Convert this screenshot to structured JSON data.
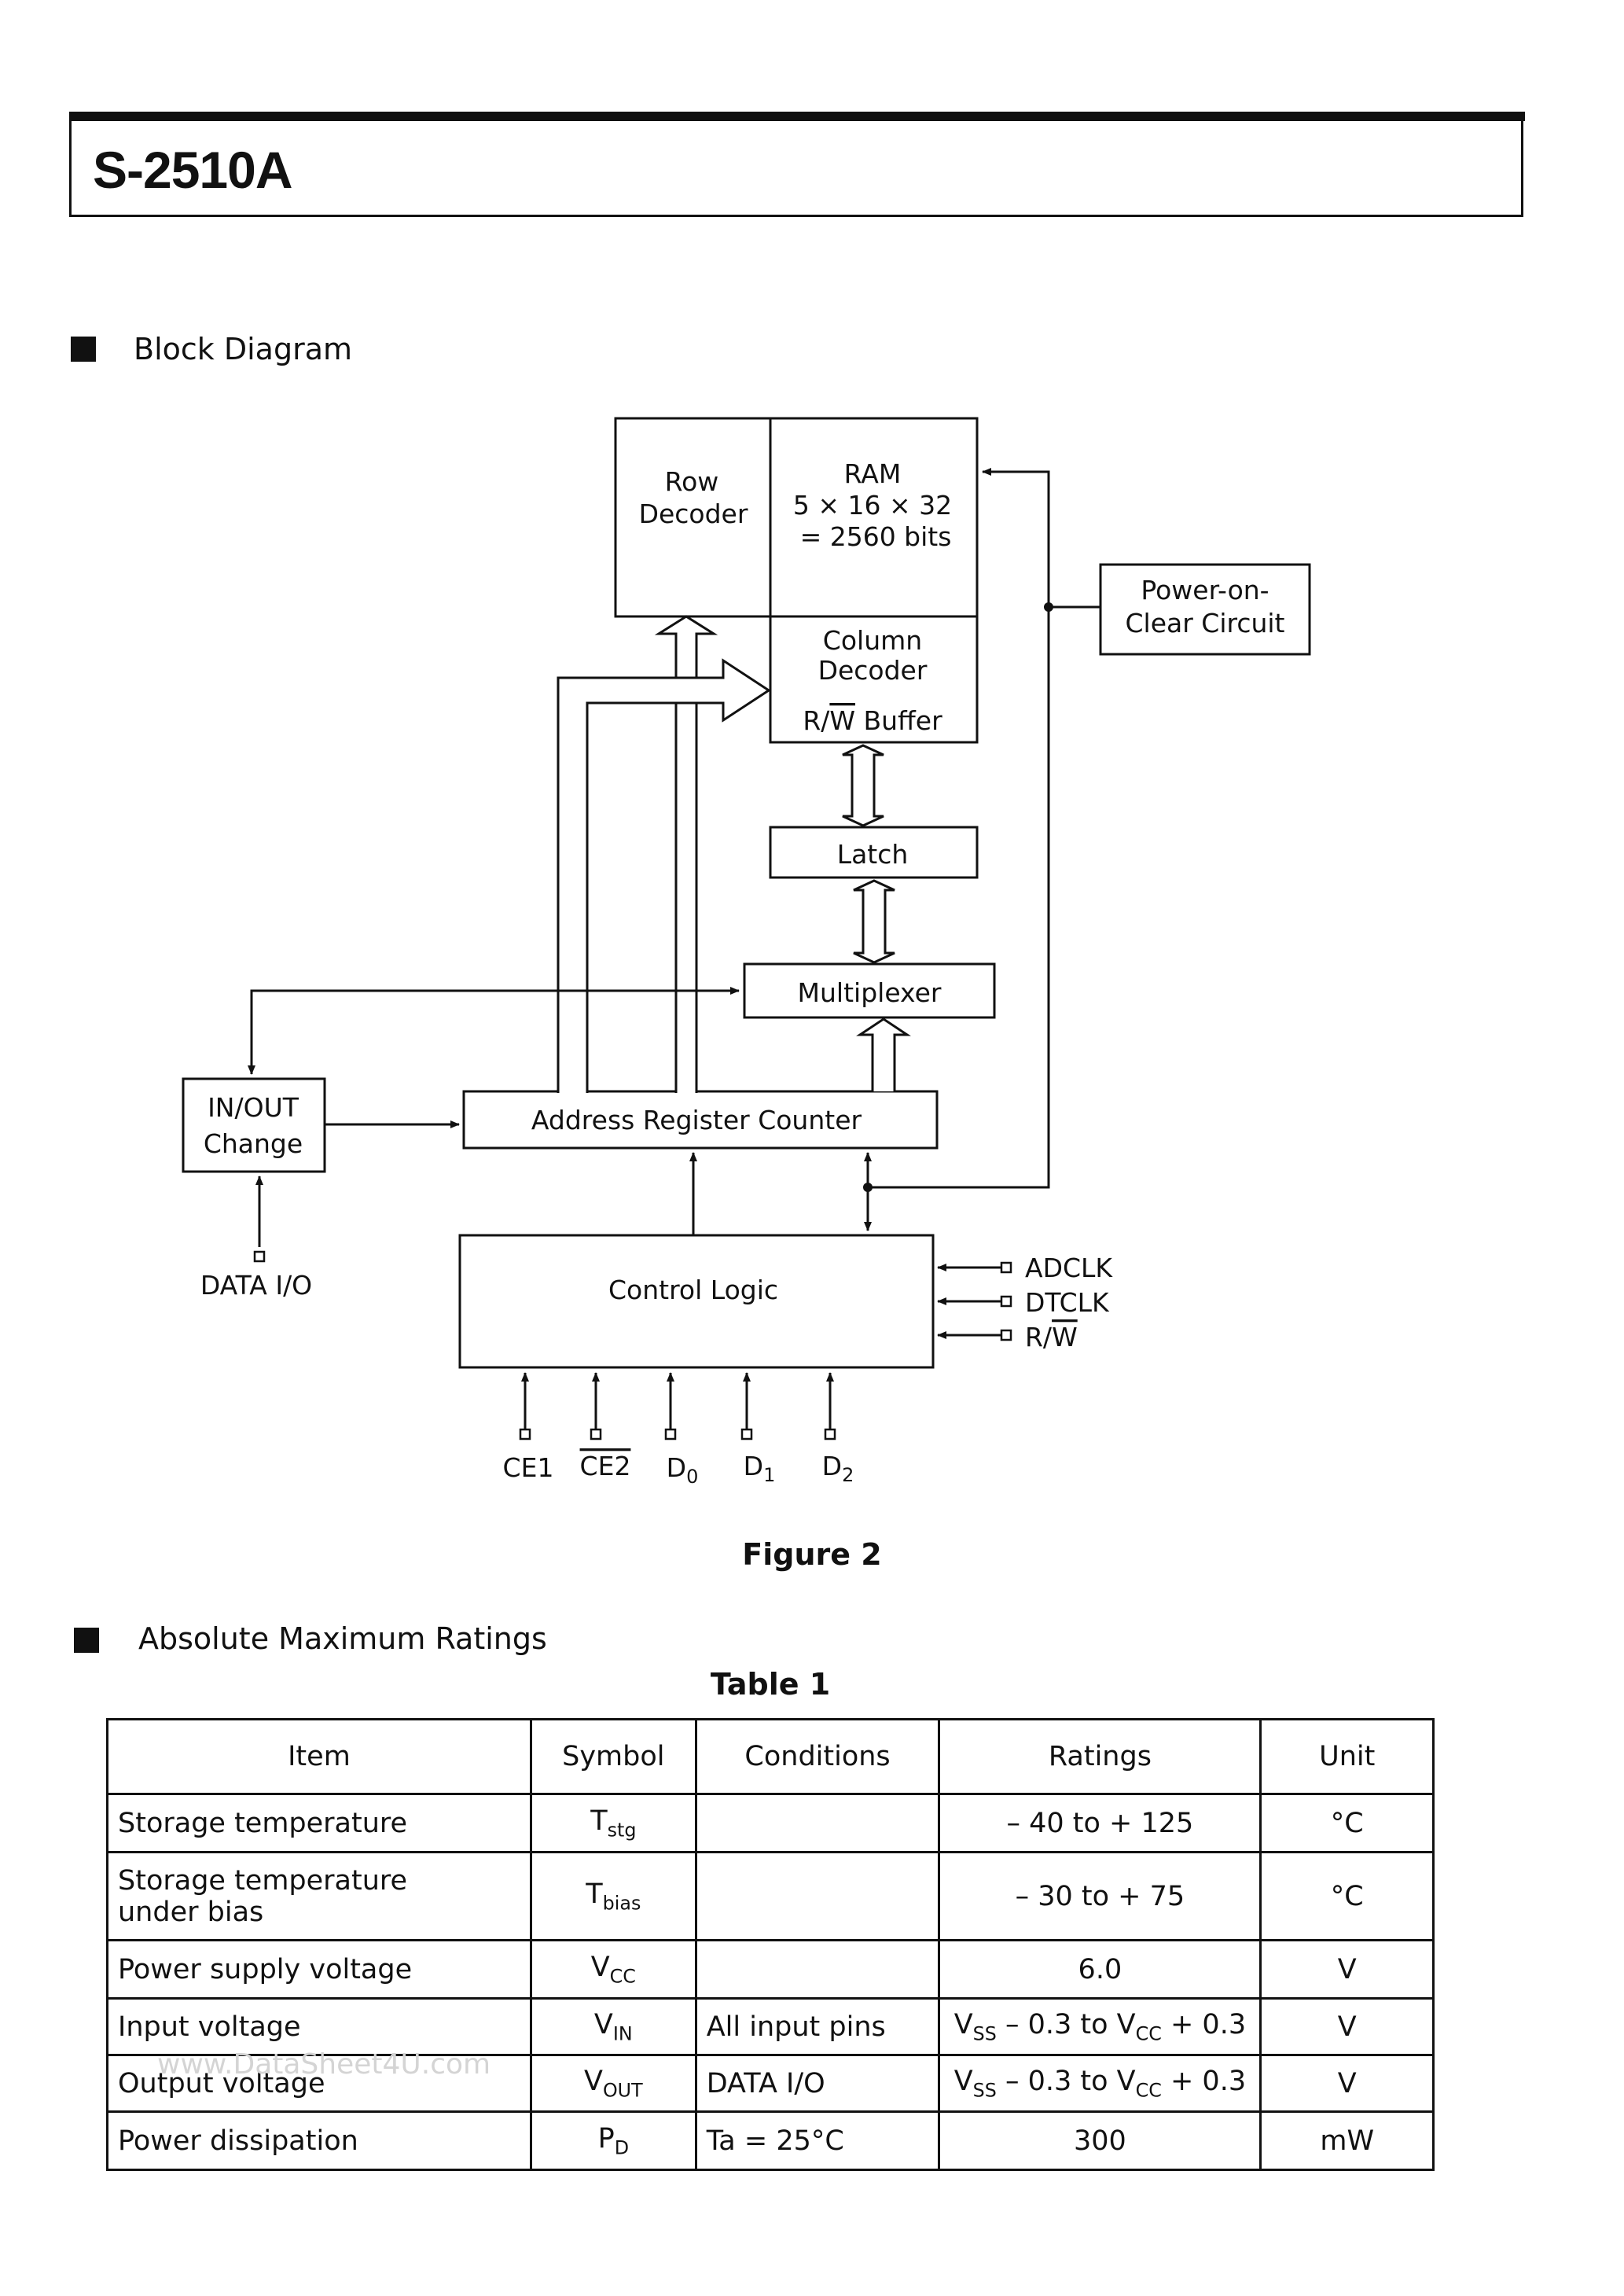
{
  "header": {
    "part_number": "S-2510A"
  },
  "section_block": {
    "title": "Block Diagram"
  },
  "diagram": {
    "row_decoder": [
      "Row",
      "Decoder"
    ],
    "ram": [
      "RAM",
      "5 × 16 × 32",
      "= 2560 bits"
    ],
    "column_decoder": [
      "Column",
      "Decoder"
    ],
    "rw_buffer": {
      "r": "R/",
      "w": "W",
      "rest": " Buffer"
    },
    "power_on": [
      "Power-on-",
      "Clear Circuit"
    ],
    "latch": "Latch",
    "multiplexer": "Multiplexer",
    "inout": [
      "IN/OUT",
      "Change"
    ],
    "address_counter": "Address Register Counter",
    "control_logic": "Control Logic",
    "data_io": "DATA I/O",
    "right_pins": {
      "adclk": "ADCLK",
      "dtclk": "DTCLK",
      "rw": {
        "r": "R/",
        "w": "W"
      }
    },
    "bottom_pins": {
      "ce1": "CE1",
      "ce2": "CE2",
      "d0": {
        "base": "D",
        "sub": "0"
      },
      "d1": {
        "base": "D",
        "sub": "1"
      },
      "d2": {
        "base": "D",
        "sub": "2"
      }
    }
  },
  "figure_caption": "Figure 2",
  "section_ratings": {
    "title": "Absolute Maximum Ratings"
  },
  "table_caption": "Table 1",
  "table": {
    "headers": [
      "Item",
      "Symbol",
      "Conditions",
      "Ratings",
      "Unit"
    ],
    "rows": [
      {
        "item": "Storage temperature",
        "sym": "T",
        "sym_sub": "stg",
        "cond": "",
        "rating": "– 40 to  + 125",
        "unit": "°C"
      },
      {
        "item": "Storage temperature",
        "item2": "under bias",
        "sym": "T",
        "sym_sub": "bias",
        "cond": "",
        "rating": "– 30 to  + 75",
        "unit": "°C"
      },
      {
        "item": "Power supply voltage",
        "sym": "V",
        "sym_sub": "CC",
        "cond": "",
        "rating": "6.0",
        "unit": "V"
      },
      {
        "item": "Input voltage",
        "sym": "V",
        "sym_sub": "IN",
        "cond": "All input pins",
        "r1": "V",
        "r1s": "SS",
        "r2": " – 0.3 to V",
        "r2s": "CC",
        "r3": " + 0.3",
        "unit": "V"
      },
      {
        "item": "Output voltage",
        "sym": "V",
        "sym_sub": "OUT",
        "cond": "DATA I/O",
        "r1": "V",
        "r1s": "SS",
        "r2": " – 0.3 to V",
        "r2s": "CC",
        "r3": " + 0.3",
        "unit": "V"
      },
      {
        "item": "Power dissipation",
        "sym": "P",
        "sym_sub": "D",
        "cond": "Ta = 25°C",
        "rating": "300",
        "unit": "mW"
      }
    ]
  },
  "watermark": "www.DataSheet4U.com"
}
